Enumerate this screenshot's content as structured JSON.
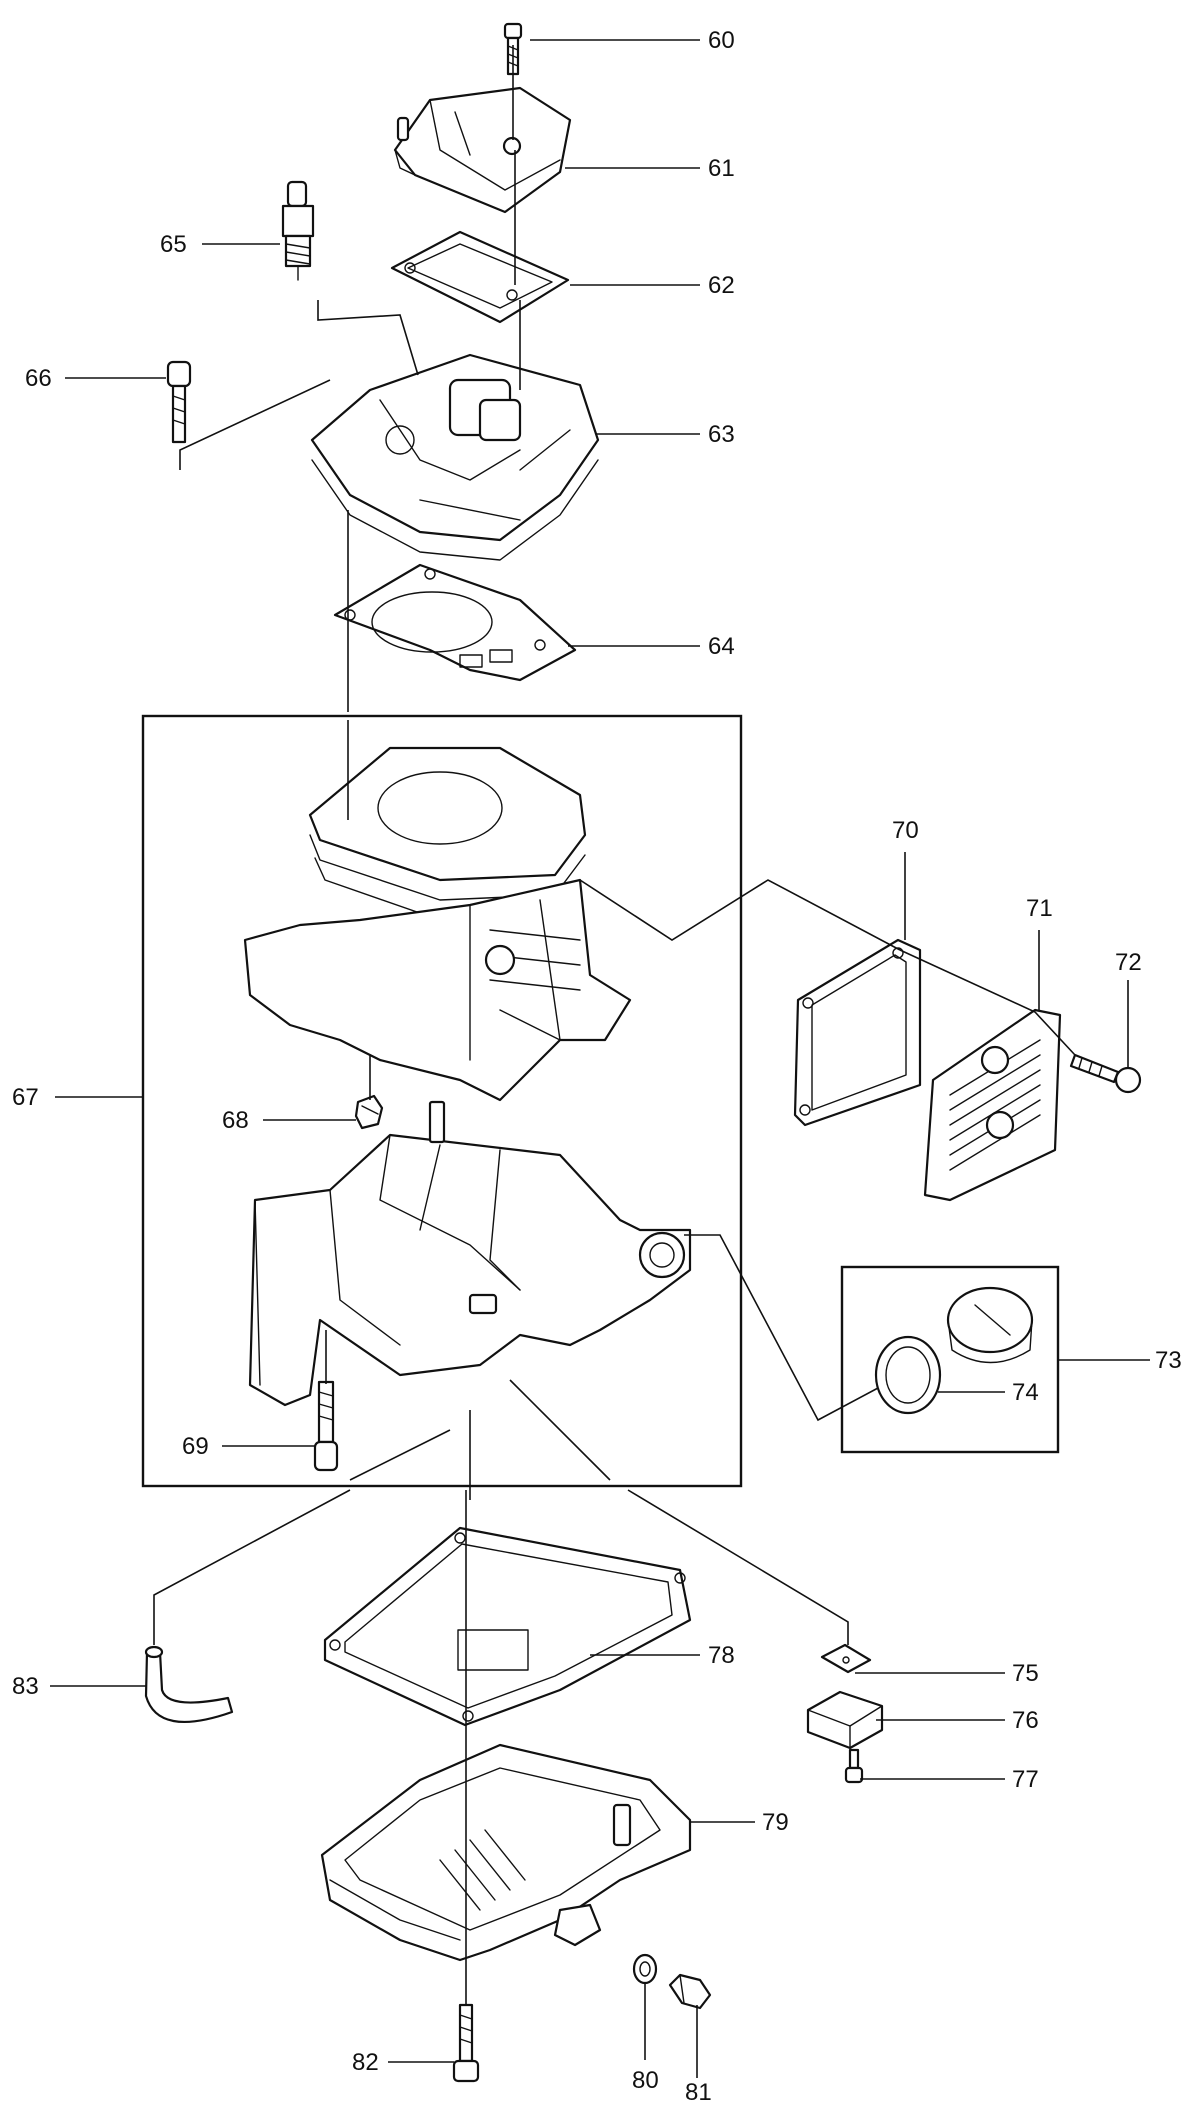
{
  "colors": {
    "ink": "#111111",
    "paper": "#ffffff"
  },
  "labels": {
    "p60": "60",
    "p61": "61",
    "p62": "62",
    "p63": "63",
    "p64": "64",
    "p65": "65",
    "p66": "66",
    "p67": "67",
    "p68": "68",
    "p69": "69",
    "p70": "70",
    "p71": "71",
    "p72": "72",
    "p73": "73",
    "p74": "74",
    "p75": "75",
    "p76": "76",
    "p77": "77",
    "p78": "78",
    "p79": "79",
    "p80": "80",
    "p81": "81",
    "p82": "82",
    "p83": "83"
  }
}
